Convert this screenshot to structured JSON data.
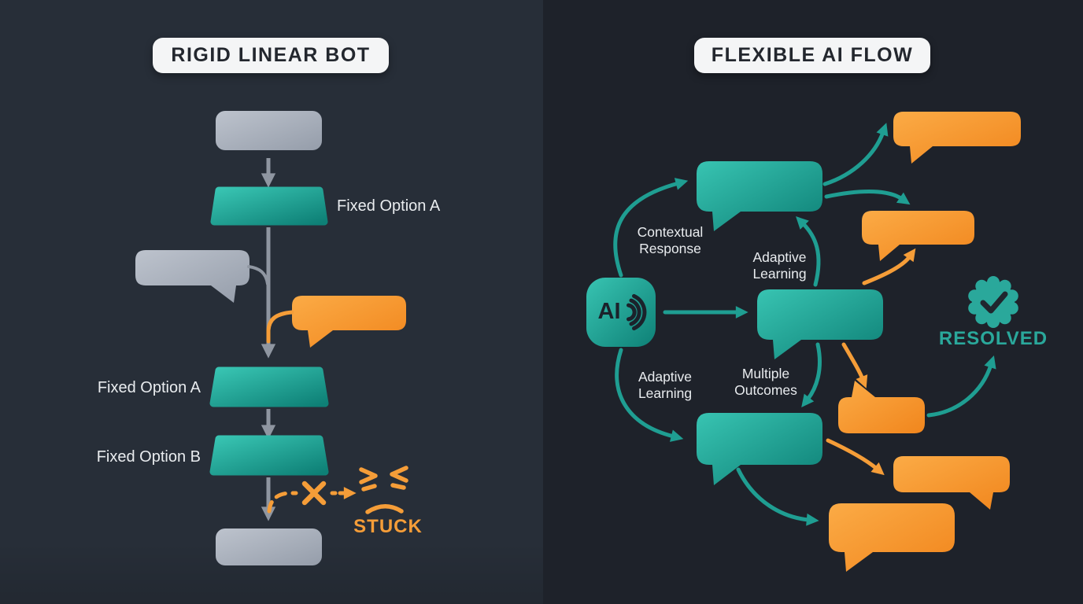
{
  "left": {
    "title": "RIGID LINEAR BOT",
    "fixed_option_a_right": "Fixed Option A",
    "fixed_option_a_left": "Fixed Option A",
    "fixed_option_b_left": "Fixed Option B",
    "stuck": "STUCK"
  },
  "right": {
    "title": "FLEXIBLE AI FLOW",
    "ai": "AI",
    "contextual_response": {
      "line1": "Contextual",
      "line2": "Response"
    },
    "adaptive_learning_top": {
      "line1": "Adaptive",
      "line2": "Learning"
    },
    "adaptive_learning_bottom": {
      "line1": "Adaptive",
      "line2": "Learning"
    },
    "multiple_outcomes": {
      "line1": "Multiple",
      "line2": "Outcomes"
    },
    "resolved": "RESOLVED"
  },
  "colors": {
    "left_background": "#272e38",
    "right_background": "#1e222a",
    "teal": "#1f9e92",
    "orange": "#f79a35",
    "gray": "#aab1bc",
    "pill_background": "#f4f5f6",
    "pill_text": "#23272e",
    "label_text": "#e9ecef",
    "stuck_text": "#f59d38",
    "resolved_text": "#2aa89b"
  }
}
